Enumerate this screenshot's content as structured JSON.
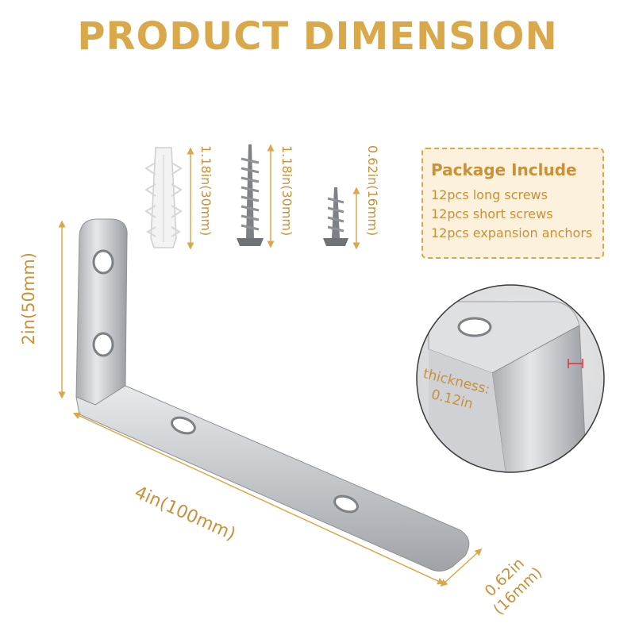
{
  "title": "PRODUCT DIMENSION",
  "package": {
    "title": "Package Include",
    "items": [
      "12pcs long screws",
      "12pcs short screws",
      "12pcs expansion anchors"
    ]
  },
  "dimensions": {
    "anchor_length": "1.18in(30mm)",
    "long_screw_length": "1.18in(30mm)",
    "short_screw_length": "0.62in(16mm)",
    "height": "2in(50mm)",
    "length": "4in(100mm)",
    "width_line1": "0.62in",
    "width_line2": "(16mm)",
    "thickness_line1": "thickness:",
    "thickness_line2": "0.12in"
  },
  "colors": {
    "accent": "#d9a84a",
    "text_accent": "#c8913a",
    "box_fill": "#fbf1dc",
    "steel": "#c7c9cc",
    "thickness_marker": "#e0303a"
  }
}
